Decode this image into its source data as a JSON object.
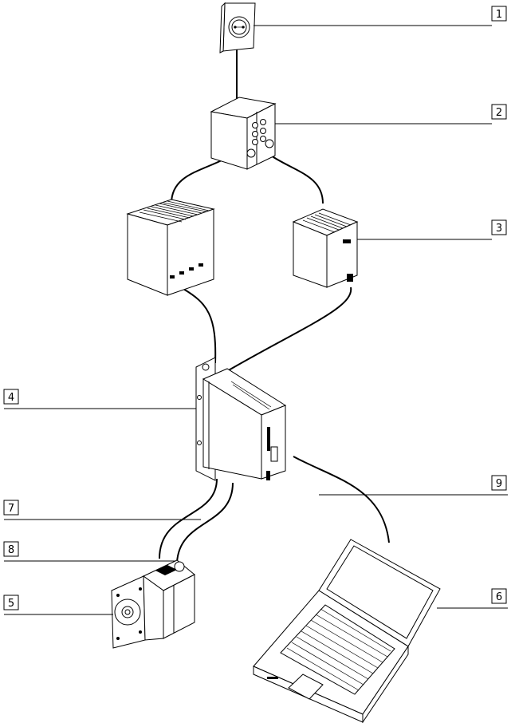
{
  "callouts": [
    {
      "id": "1",
      "label": "1"
    },
    {
      "id": "2",
      "label": "2"
    },
    {
      "id": "3",
      "label": "3"
    },
    {
      "id": "4",
      "label": "4"
    },
    {
      "id": "5",
      "label": "5"
    },
    {
      "id": "6",
      "label": "6"
    },
    {
      "id": "7",
      "label": "7"
    },
    {
      "id": "8",
      "label": "8"
    },
    {
      "id": "9",
      "label": "9"
    }
  ],
  "components": {
    "mains_socket": "mains-socket",
    "main_switch_box": "main-switch-box",
    "power_supply_left": "power-supply-left",
    "power_supply_right": "power-supply-right",
    "servo_controller": "servo-controller",
    "servo_motor": "servo-motor",
    "laptop": "laptop"
  }
}
